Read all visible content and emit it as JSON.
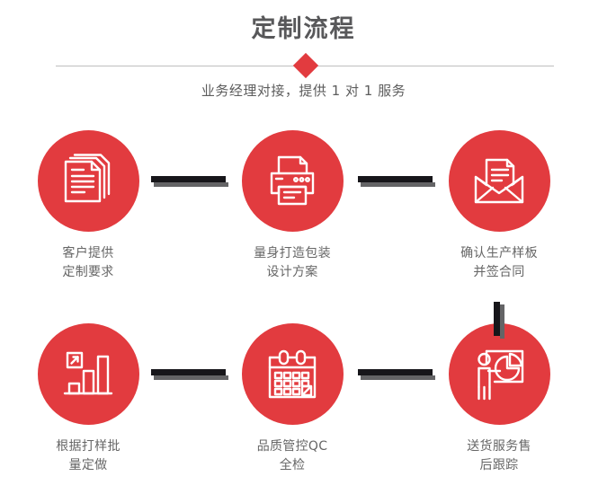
{
  "header": {
    "title": "定制流程",
    "subtitle": "业务经理对接，提供 1 对 1 服务",
    "diamond_icon": "diamond-marker-icon",
    "title_color": "#58585a",
    "accent_color": "#e23b3f",
    "divider_color": "#bfbfbf"
  },
  "flow": {
    "circle_color": "#e23b3f",
    "label_color": "#666666",
    "connector_color": "#17161a",
    "connector_shadow_color": "#646466",
    "steps": [
      {
        "index": 1,
        "icon": "documents-stack-icon",
        "label": "客户提供\n定制要求"
      },
      {
        "index": 2,
        "icon": "printer-icon",
        "label": "量身打造包装\n设计方案"
      },
      {
        "index": 3,
        "icon": "envelope-document-icon",
        "label": "确认生产样板\n并签合同"
      },
      {
        "index": 4,
        "icon": "bar-chart-growth-icon",
        "label": "根据打样批\n量定做"
      },
      {
        "index": 5,
        "icon": "calendar-checklist-icon",
        "label": "品质管控QC\n全检"
      },
      {
        "index": 6,
        "icon": "presenter-pie-chart-icon",
        "label": "送货服务售\n后跟踪"
      }
    ]
  }
}
